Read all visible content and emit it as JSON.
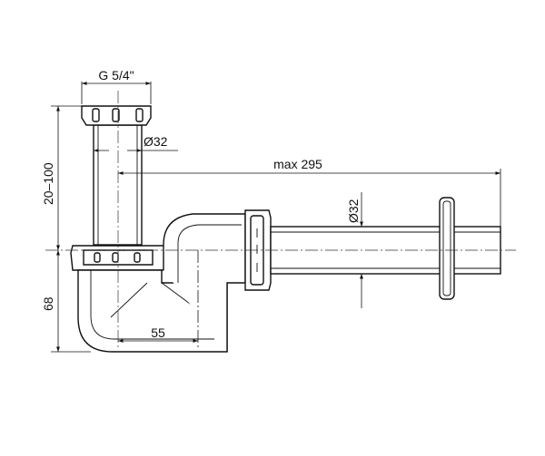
{
  "drawing": {
    "thread_label": "G 5/4\"",
    "tube_diameter_label": "Ø32",
    "max_length_label": "max 295",
    "outlet_diameter_label": "Ø32",
    "height_range_label": "20–100",
    "lower_height_label": "68",
    "offset_label": "55"
  }
}
